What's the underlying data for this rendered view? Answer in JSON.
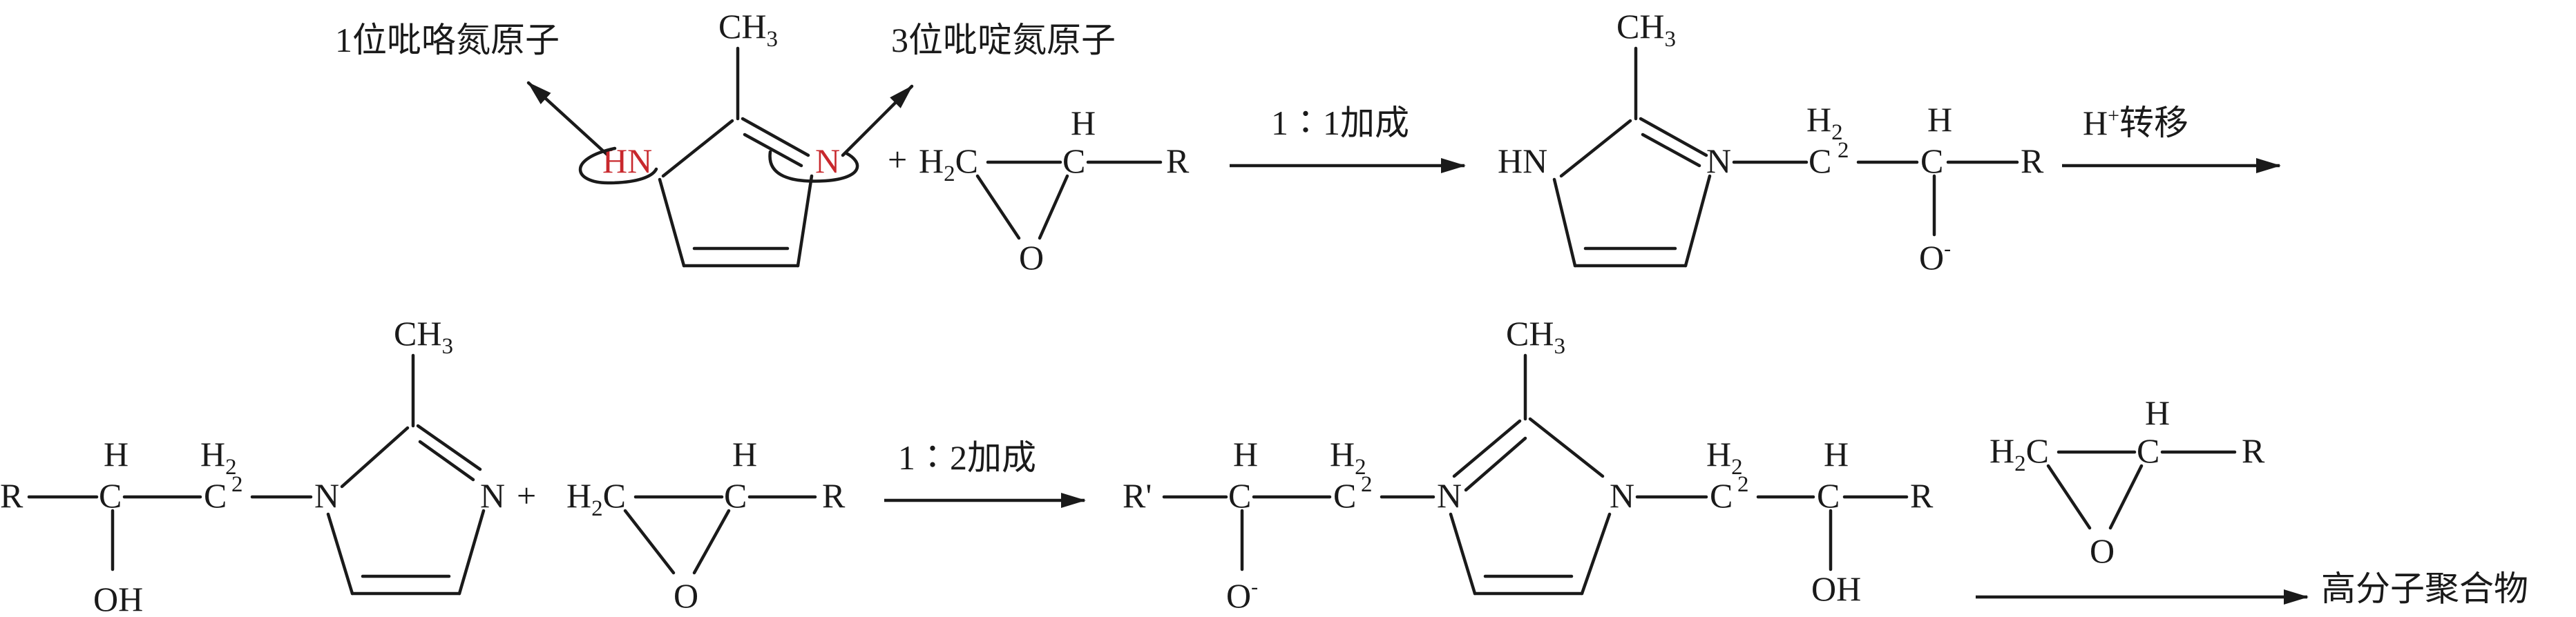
{
  "annotations": {
    "n1_label": "1位吡咯氮原子",
    "n3_label": "3位吡啶氮原子"
  },
  "atoms": {
    "hn": "HN",
    "n": "N",
    "ch": "CH",
    "ch_sub": "3",
    "h2c_h": "H",
    "h2c_sub": "2",
    "c": "C",
    "h": "H",
    "r": "R",
    "r_prime": "R'",
    "o": "O",
    "o_minus": "O",
    "minus": "-",
    "oh": "OH",
    "plus": "+",
    "h_plus_sup": "+"
  },
  "arrows": {
    "step1": "1∶1加成",
    "step2_main": "转移",
    "step2_h": "H",
    "step3": "1∶2加成",
    "step4": "高分子聚合物"
  },
  "colors": {
    "highlight": "#c8282d",
    "ink": "#1a1a1a"
  }
}
